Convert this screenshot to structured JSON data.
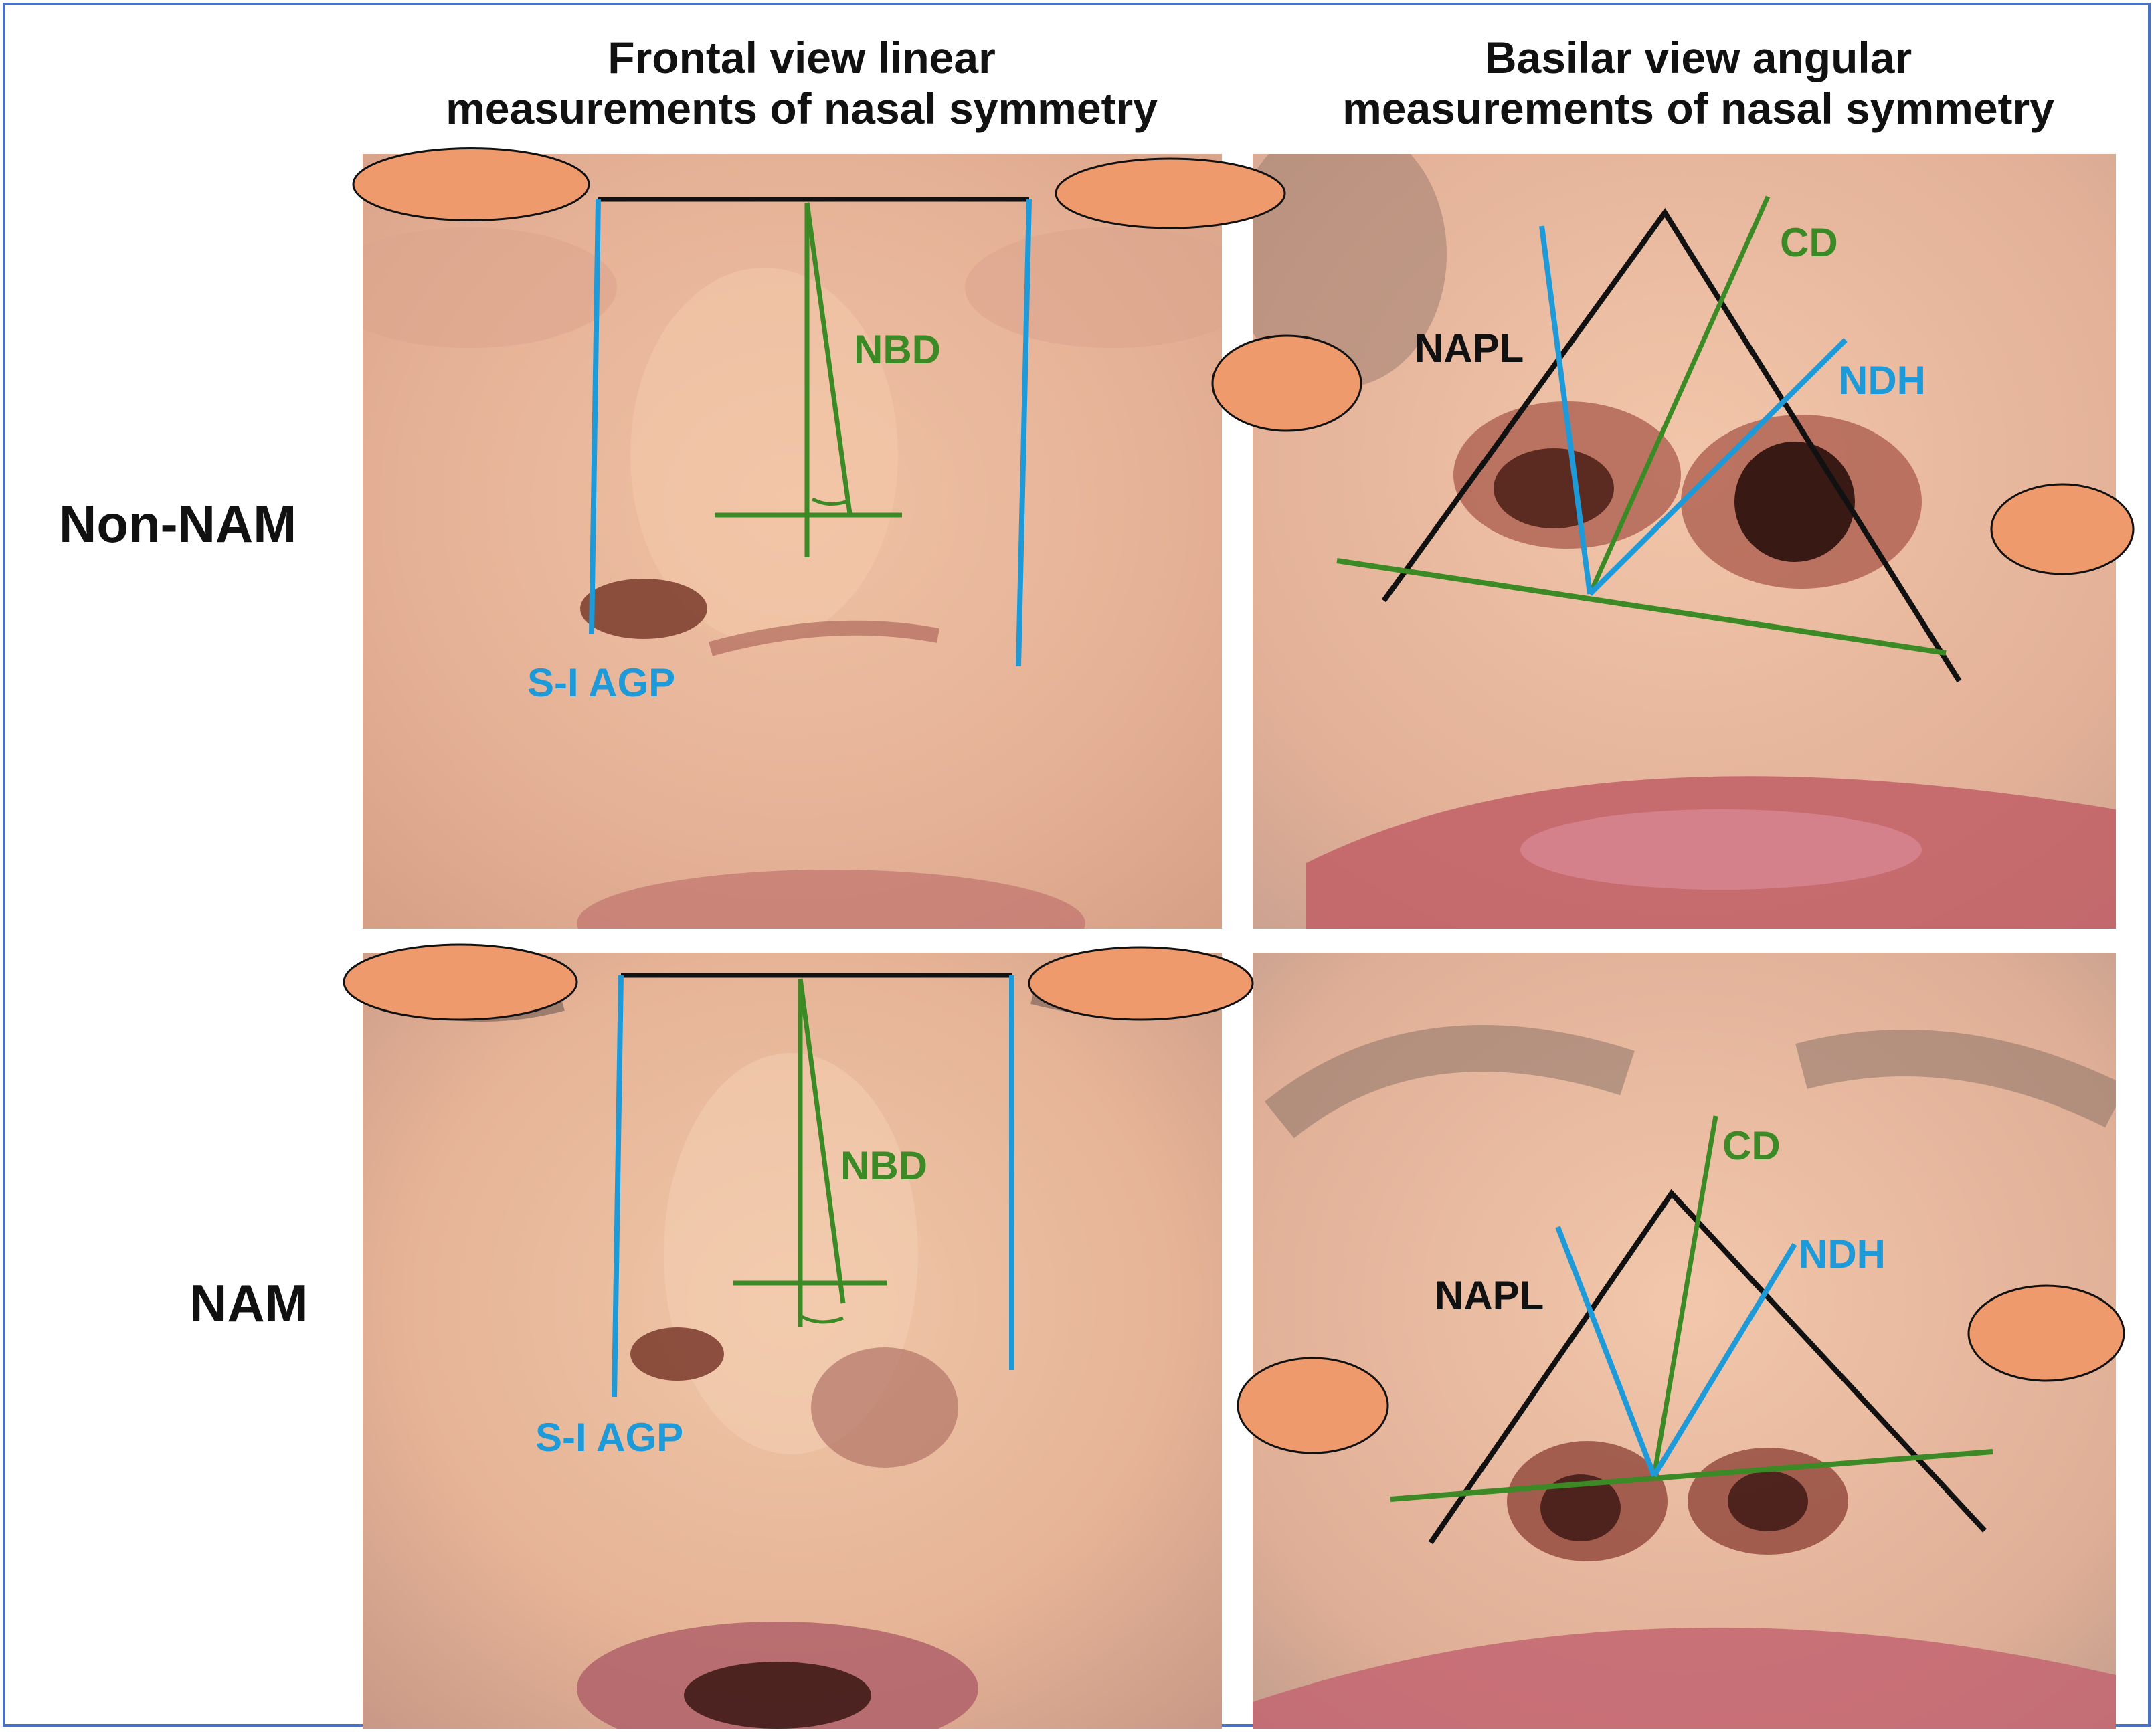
{
  "column_titles": {
    "frontal": [
      "Frontal view linear",
      "measurements of nasal symmetry"
    ],
    "basilar": [
      "Basilar view angular",
      "measurements of nasal symmetry"
    ]
  },
  "row_labels": {
    "non_nam": "Non-NAM",
    "nam": "NAM"
  },
  "annotations": {
    "nbd": "NBD",
    "si_agp": "S-I AGP",
    "napl": "NAPL",
    "cd": "CD",
    "ndh": "NDH"
  },
  "colors": {
    "frame_border": "#4a72c4",
    "line_black": "#111111",
    "line_blue": "#1f9ad8",
    "line_green": "#3c8a26",
    "oval_fill": "#ee9a6c",
    "skin": "#e8b89a"
  }
}
